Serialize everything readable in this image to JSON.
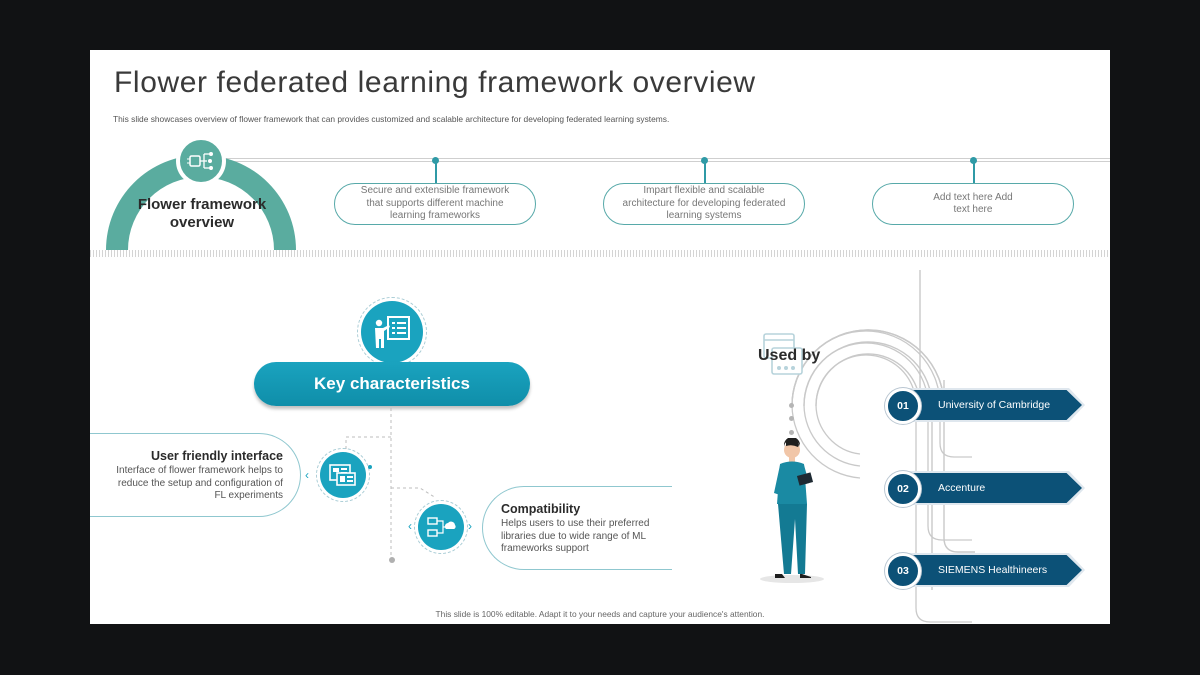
{
  "title": "Flower federated learning framework overview",
  "subtitle": "This slide showcases overview of flower framework that can provides customized and scalable architecture for developing federated learning systems.",
  "header_arch": {
    "label": "Flower framework overview",
    "icon": "network-chip-icon"
  },
  "timeline_items": [
    {
      "text": "Secure and extensible framework that supports different machine learning frameworks"
    },
    {
      "text": "Impart flexible and scalable architecture for developing federated learning systems"
    },
    {
      "text": "Add text here Add text here"
    }
  ],
  "key_characteristics": {
    "title": "Key characteristics",
    "icon": "presenter-board-icon",
    "features": [
      {
        "title": "User friendly interface",
        "description": "Interface of flower framework helps to reduce the setup and configuration of FL experiments",
        "icon": "interface-windows-icon"
      },
      {
        "title": "Compatibility",
        "description": "Helps users to use their preferred libraries due to wide range of ML frameworks support",
        "icon": "connected-devices-icon"
      }
    ]
  },
  "used_by": {
    "label": "Used by",
    "icon": "browser-window-icon",
    "users": [
      {
        "num": "01",
        "name": "University  of Cambridge"
      },
      {
        "num": "02",
        "name": "Accenture"
      },
      {
        "num": "03",
        "name": "SIEMENS Healthineers"
      }
    ]
  },
  "footer": "This slide is 100% editable. Adapt it to your needs and capture your audience's attention.",
  "colors": {
    "teal": "#5aac9f",
    "cyan": "#1aa3bf",
    "navy": "#0c5177",
    "line_teal": "#57a9a9"
  }
}
